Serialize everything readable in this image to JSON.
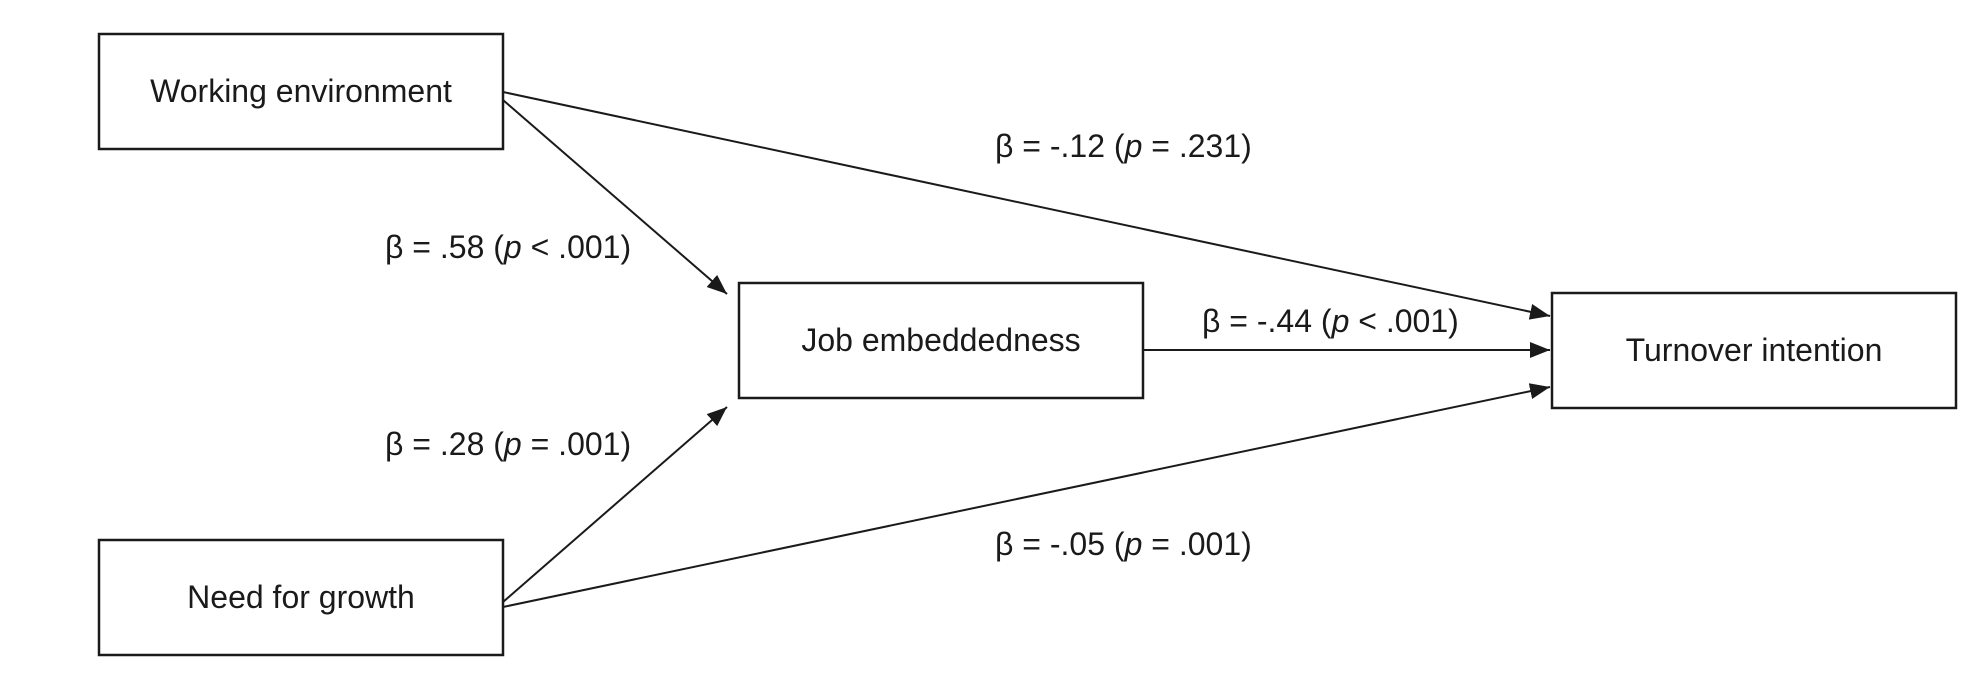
{
  "nodes": {
    "working_environment": "Working environment",
    "need_for_growth": "Need for growth",
    "job_embeddedness": "Job embeddedness",
    "turnover_intention": "Turnover intention"
  },
  "edges": {
    "we_to_je": {
      "beta": "β = .58 (",
      "p": "p",
      "rest": " < .001)"
    },
    "nfg_to_je": {
      "beta": "β = .28 (",
      "p": "p",
      "rest": " = .001)"
    },
    "we_to_ti": {
      "beta": "β = -.12 (",
      "p": "p",
      "rest": " = .231)"
    },
    "je_to_ti": {
      "beta": "β = -.44 (",
      "p": "p",
      "rest": " < .001)"
    },
    "nfg_to_ti": {
      "beta": "β = -.05 (",
      "p": "p",
      "rest": " = .001)"
    }
  },
  "colors": {
    "stroke": "#1a1a1a",
    "background": "#ffffff"
  }
}
